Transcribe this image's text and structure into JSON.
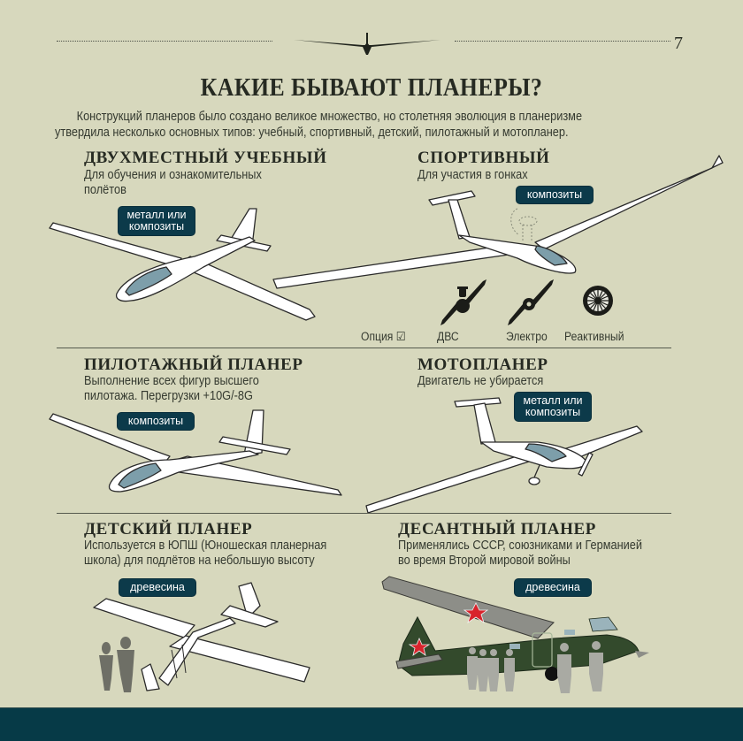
{
  "header": {
    "page_number": "7",
    "ornament_icon": "glider-silhouette-icon"
  },
  "title": "КАКИЕ БЫВАЮТ ПЛАНЕРЫ?",
  "intro": {
    "line1": "Конструкций планеров было создано великое множество, но столетняя эволюция в планеризме",
    "line2": "утвердила несколько основных типов: учебный, спортивный, детский, пилотажный и мотопланер."
  },
  "sections": [
    {
      "title": "ДВУХМЕСТНЫЙ УЧЕБНЫЙ",
      "desc_line1": "Для обучения и ознакомительных",
      "desc_line2": "полётов",
      "badge_line1": "металл или",
      "badge_line2": "композиты"
    },
    {
      "title": "СПОРТИВНЫЙ",
      "desc_line1": "Для участия в гонках",
      "badge_line1": "композиты"
    },
    {
      "title": "ПИЛОТАЖНЫЙ ПЛАНЕР",
      "desc_line1": "Выполнение всех фигур высшего",
      "desc_line2": "пилотажа. Перегрузки +10G/-8G",
      "badge_line1": "композиты"
    },
    {
      "title": "МОТОПЛАНЕР",
      "desc_line1": "Двигатель не убирается",
      "badge_line1": "металл или",
      "badge_line2": "композиты"
    },
    {
      "title": "ДЕТСКИЙ ПЛАНЕР",
      "desc_line1": "Используется в ЮПШ (Юношеская планерная",
      "desc_line2": "школа) для подлётов на небольшую высоту",
      "badge_line1": "древесина"
    },
    {
      "title": "ДЕСАНТНЫЙ ПЛАНЕР",
      "desc_line1": "Применялись СССР, союзниками и Германией",
      "desc_line2": "во время Второй мировой войны",
      "badge_line1": "древесина"
    }
  ],
  "engine_options": {
    "label": "Опция ☑",
    "items": [
      {
        "label": "ДВС",
        "icon": "propeller-engine-icon"
      },
      {
        "label": "Электро",
        "icon": "electric-propeller-icon"
      },
      {
        "label": "Реактивный",
        "icon": "jet-turbine-icon"
      }
    ]
  },
  "colors": {
    "background": "#d7d8bd",
    "badge": "#0c3a4a",
    "footer": "#063a47",
    "canopy": "#6f95a3",
    "military_green": "#334a2c",
    "star_red": "#d8242c"
  }
}
